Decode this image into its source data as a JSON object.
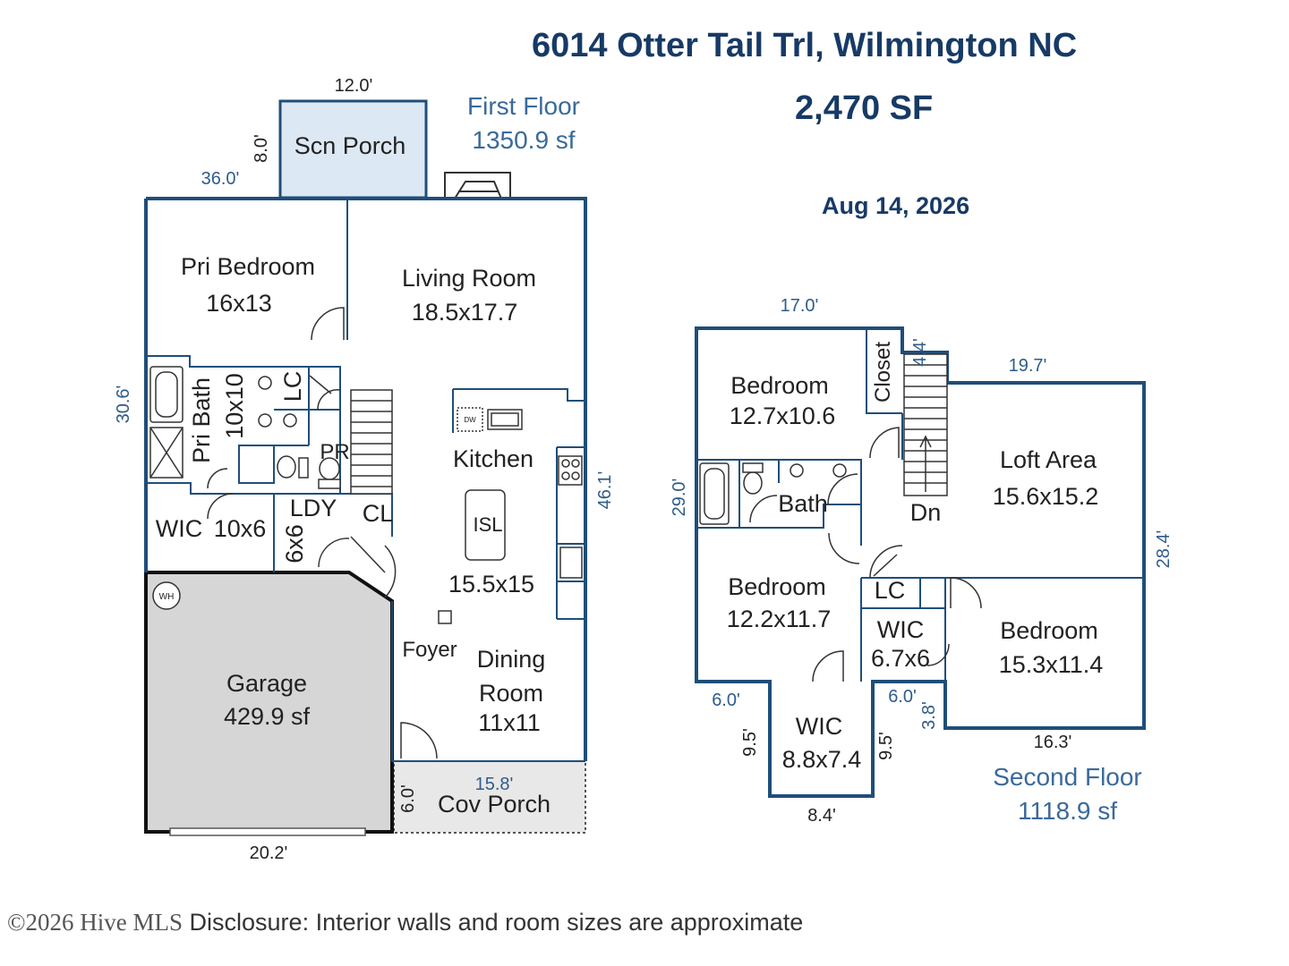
{
  "header": {
    "address": "6014 Otter Tail Trl, Wilmington NC",
    "total_sf": "2,470 SF",
    "date": "Aug 14, 2026"
  },
  "first_floor": {
    "label": "First Floor",
    "area": "1350.9 sf",
    "rooms": {
      "scn_porch": "Scn Porch",
      "pri_bedroom": "Pri Bedroom",
      "pri_bedroom_size": "16x13",
      "living_room": "Living Room",
      "living_room_size": "18.5x17.7",
      "pri_bath": "Pri Bath",
      "pri_bath_size": "10x10",
      "lc": "LC",
      "pr": "PR",
      "kitchen": "Kitchen",
      "isl": "ISL",
      "kitchen_size": "15.5x15",
      "wic": "WIC",
      "wic_size": "10x6",
      "ldy": "LDY",
      "ldy_size": "6x6",
      "cl": "CL",
      "garage": "Garage",
      "garage_area": "429.9 sf",
      "foyer": "Foyer",
      "dining": "Dining",
      "room": "Room",
      "dining_size": "11x11",
      "cov_porch": "Cov Porch",
      "wh": "WH",
      "dw": "DW"
    },
    "dims": {
      "porch_w": "12.0'",
      "porch_d": "8.0'",
      "top_w": "36.0'",
      "left_d": "30.6'",
      "right_d": "46.1'",
      "garage_w": "20.2'",
      "cov_w": "15.8'",
      "cov_d": "6.0'"
    }
  },
  "second_floor": {
    "label": "Second Floor",
    "area": "1118.9 sf",
    "rooms": {
      "bedroom1": "Bedroom",
      "bedroom1_size": "12.7x10.6",
      "closet": "Closet",
      "bath": "Bath",
      "dn": "Dn",
      "loft": "Loft Area",
      "loft_size": "15.6x15.2",
      "bedroom2": "Bedroom",
      "bedroom2_size": "12.2x11.7",
      "lc": "LC",
      "wic": "WIC",
      "wic_size": "6.7x6",
      "bedroom3": "Bedroom",
      "bedroom3_size": "15.3x11.4",
      "wic2": "WIC",
      "wic2_size": "8.8x7.4"
    },
    "dims": {
      "top_w": "17.0'",
      "stair_w": "4.4'",
      "loft_w": "19.7'",
      "left_d": "29.0'",
      "right_d": "28.4'",
      "seg_a": "6.0'",
      "seg_b": "6.0'",
      "seg_c": "3.8'",
      "wic_l": "9.5'",
      "wic_r": "9.5'",
      "wic_w": "8.4'",
      "bottom_w": "16.3'"
    }
  },
  "footer": {
    "copyright": "©2026 Hive MLS",
    "disclosure": "Disclosure: Interior walls and room sizes are approximate"
  },
  "colors": {
    "wall": "#1f4e7a",
    "porch_fill": "#dce8f3",
    "garage_fill": "#d6d6d6",
    "title": "#173a66",
    "label_blue": "#3a6a9a"
  }
}
